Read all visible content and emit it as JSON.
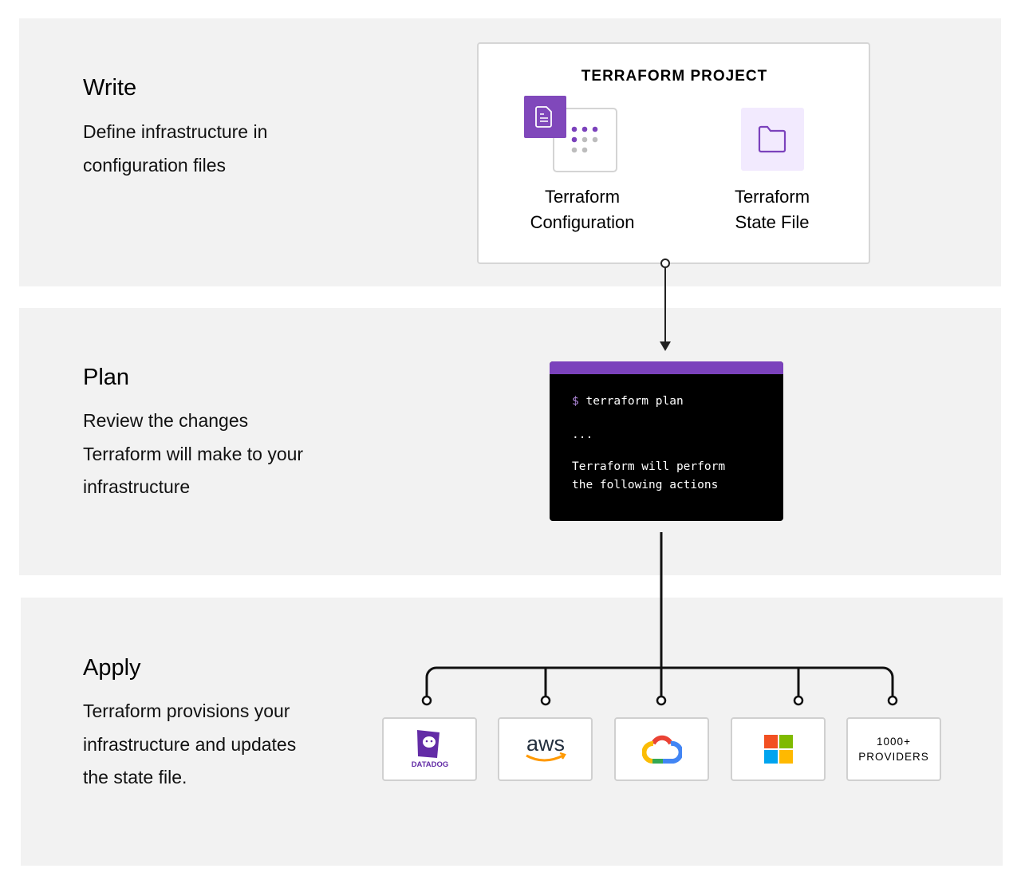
{
  "write": {
    "title": "Write",
    "description": "Define infrastructure in configuration files"
  },
  "plan": {
    "title": "Plan",
    "description": "Review the changes Terraform will make to your infrastructure"
  },
  "apply": {
    "title": "Apply",
    "description": "Terraform provisions your infrastructure and updates the state file."
  },
  "project": {
    "title": "TERRAFORM PROJECT",
    "config_label_1": "Terraform",
    "config_label_2": "Configuration",
    "state_label_1": "Terraform",
    "state_label_2": "State File"
  },
  "terminal": {
    "prompt": "$",
    "command": "terraform plan",
    "ellipsis": "...",
    "output_1": "Terraform will perform",
    "output_2": "the following actions"
  },
  "providers": [
    {
      "name": "DATADOG",
      "icon": "datadog-logo"
    },
    {
      "name": "aws",
      "icon": "aws-logo"
    },
    {
      "name": "google-cloud",
      "icon": "google-cloud-logo"
    },
    {
      "name": "microsoft",
      "icon": "microsoft-logo"
    },
    {
      "line1": "1000+",
      "line2": "PROVIDERS"
    }
  ],
  "colors": {
    "purple": "#7b42bc",
    "panel": "#f2f2f2",
    "light_purple": "#f2eafe"
  }
}
